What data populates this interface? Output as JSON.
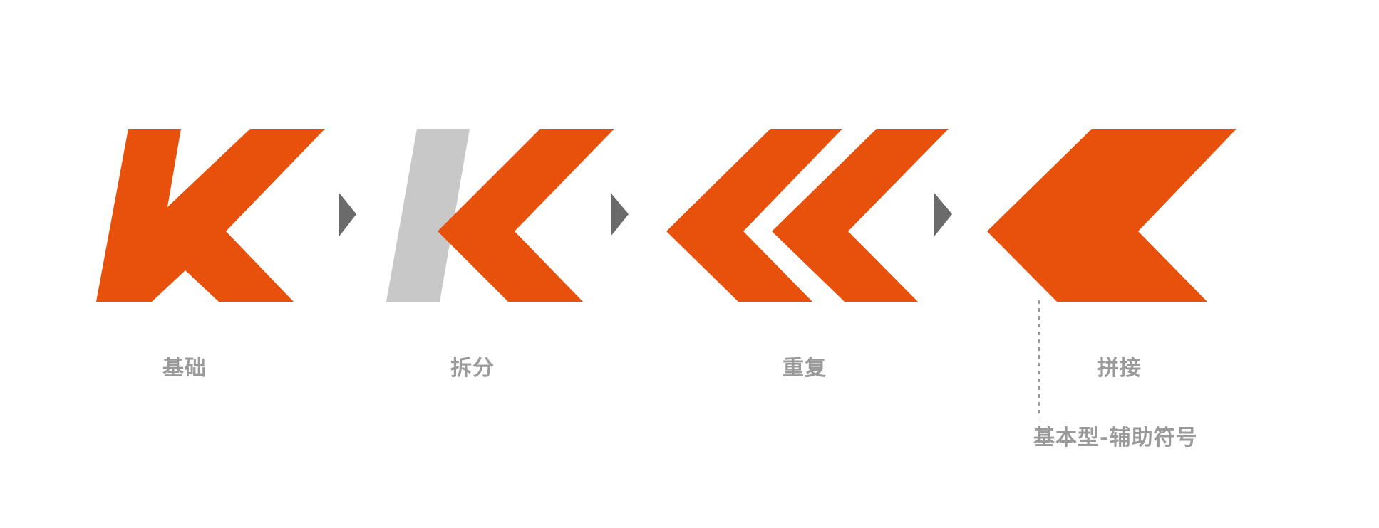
{
  "colors": {
    "primary": "#e8510c",
    "split_gray": "#c8c8c8",
    "arrow": "#6b6b6b",
    "label": "#9a9a9a",
    "leader_line": "#9a9a9a"
  },
  "steps": [
    {
      "key": "base",
      "label": "基础"
    },
    {
      "key": "split",
      "label": "拆分"
    },
    {
      "key": "repeat",
      "label": "重复"
    },
    {
      "key": "join",
      "label": "拼接"
    }
  ],
  "annotation": {
    "label": "基本型-辅助符号"
  }
}
